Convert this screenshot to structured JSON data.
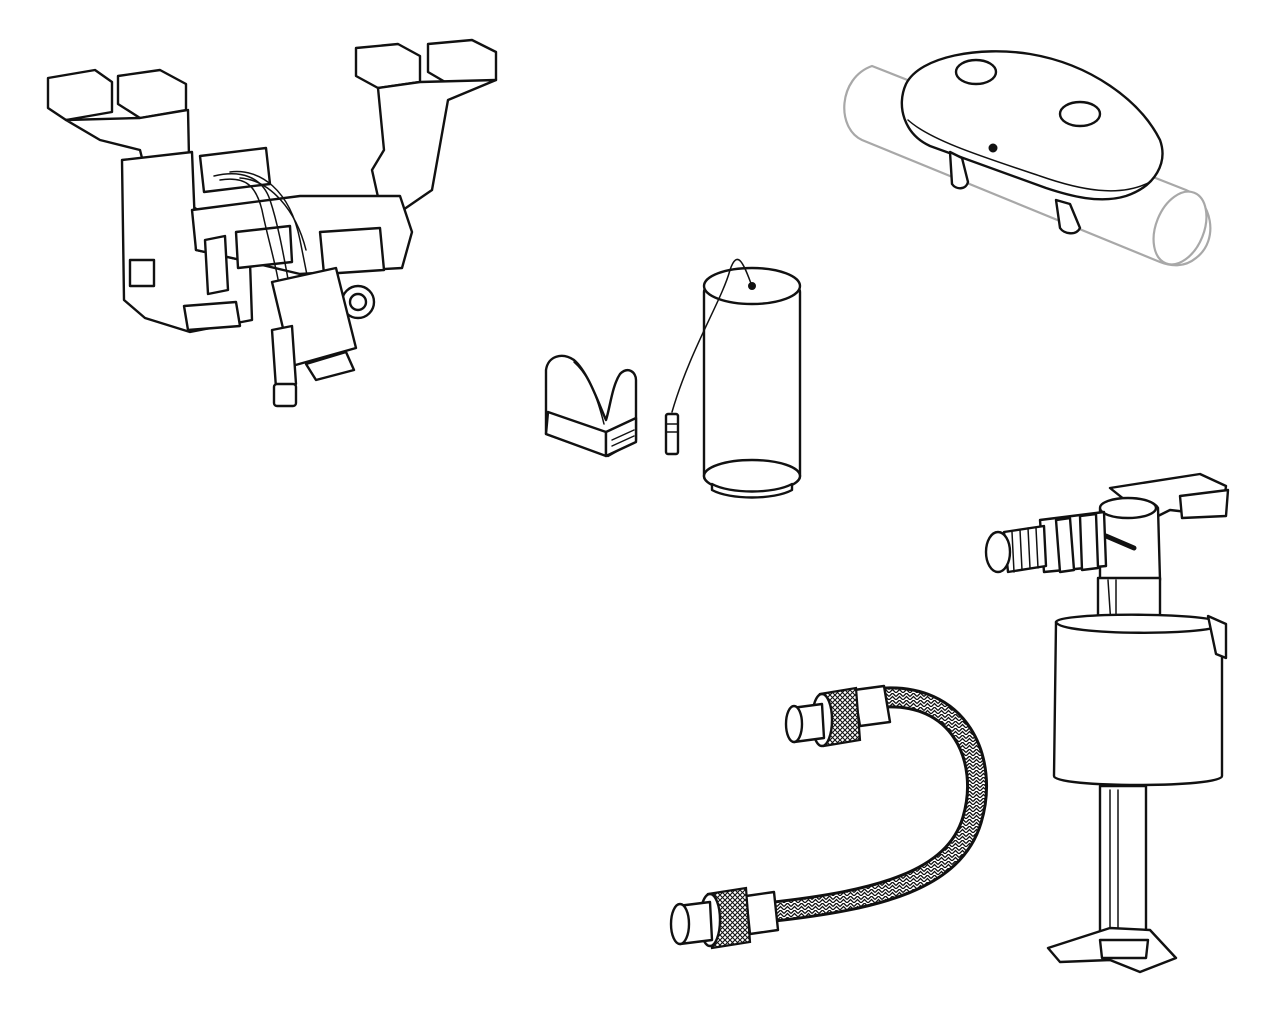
{
  "parts": [
    {
      "id": "flush-actuator-bracket",
      "icon": "actuator-bracket-icon"
    },
    {
      "id": "pipe-sensor-cover",
      "icon": "pipe-sensor-icon"
    },
    {
      "id": "pipe-clip",
      "icon": "pipe-clip-icon"
    },
    {
      "id": "battery-pack",
      "icon": "battery-icon"
    },
    {
      "id": "fill-valve",
      "icon": "fill-valve-icon"
    },
    {
      "id": "braided-hose",
      "icon": "braided-hose-icon"
    }
  ],
  "colors": {
    "line": "#111111",
    "ghost_pipe": "#a8a8a8",
    "background": "#ffffff"
  }
}
